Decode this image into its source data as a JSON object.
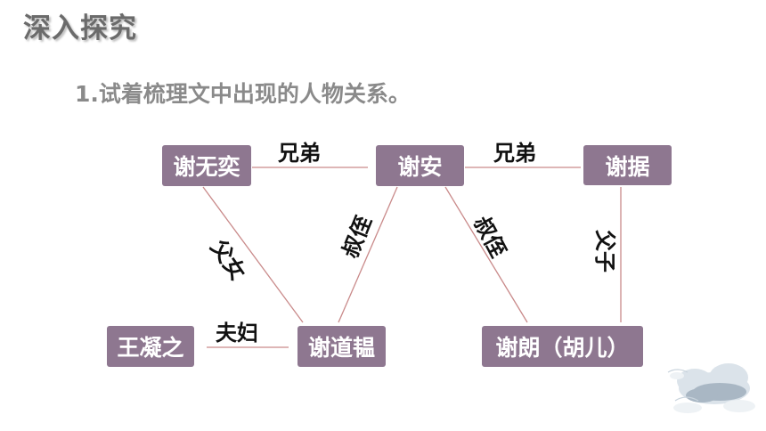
{
  "heading": "深入探究",
  "task": "1.试着梳理文中出现的人物关系。",
  "nodes": {
    "xie_wuyi": "谢无奕",
    "xie_an": "谢安",
    "xie_ju": "谢据",
    "wang_ningzhi": "王凝之",
    "xie_daoyun": "谢道韫",
    "xie_lang": "谢朗（胡儿）"
  },
  "relations": {
    "wuyi_an": "兄弟",
    "an_ju": "兄弟",
    "wuyi_daoyun": "父女",
    "an_daoyun": "叔侄",
    "an_lang": "叔侄",
    "ju_lang": "父子",
    "wang_daoyun": "夫妇"
  },
  "colors": {
    "node_fill": "#8e7790",
    "line": "#c98a8a",
    "heading": "#6b6b6b"
  },
  "icons": [
    "cloud-decoration"
  ]
}
